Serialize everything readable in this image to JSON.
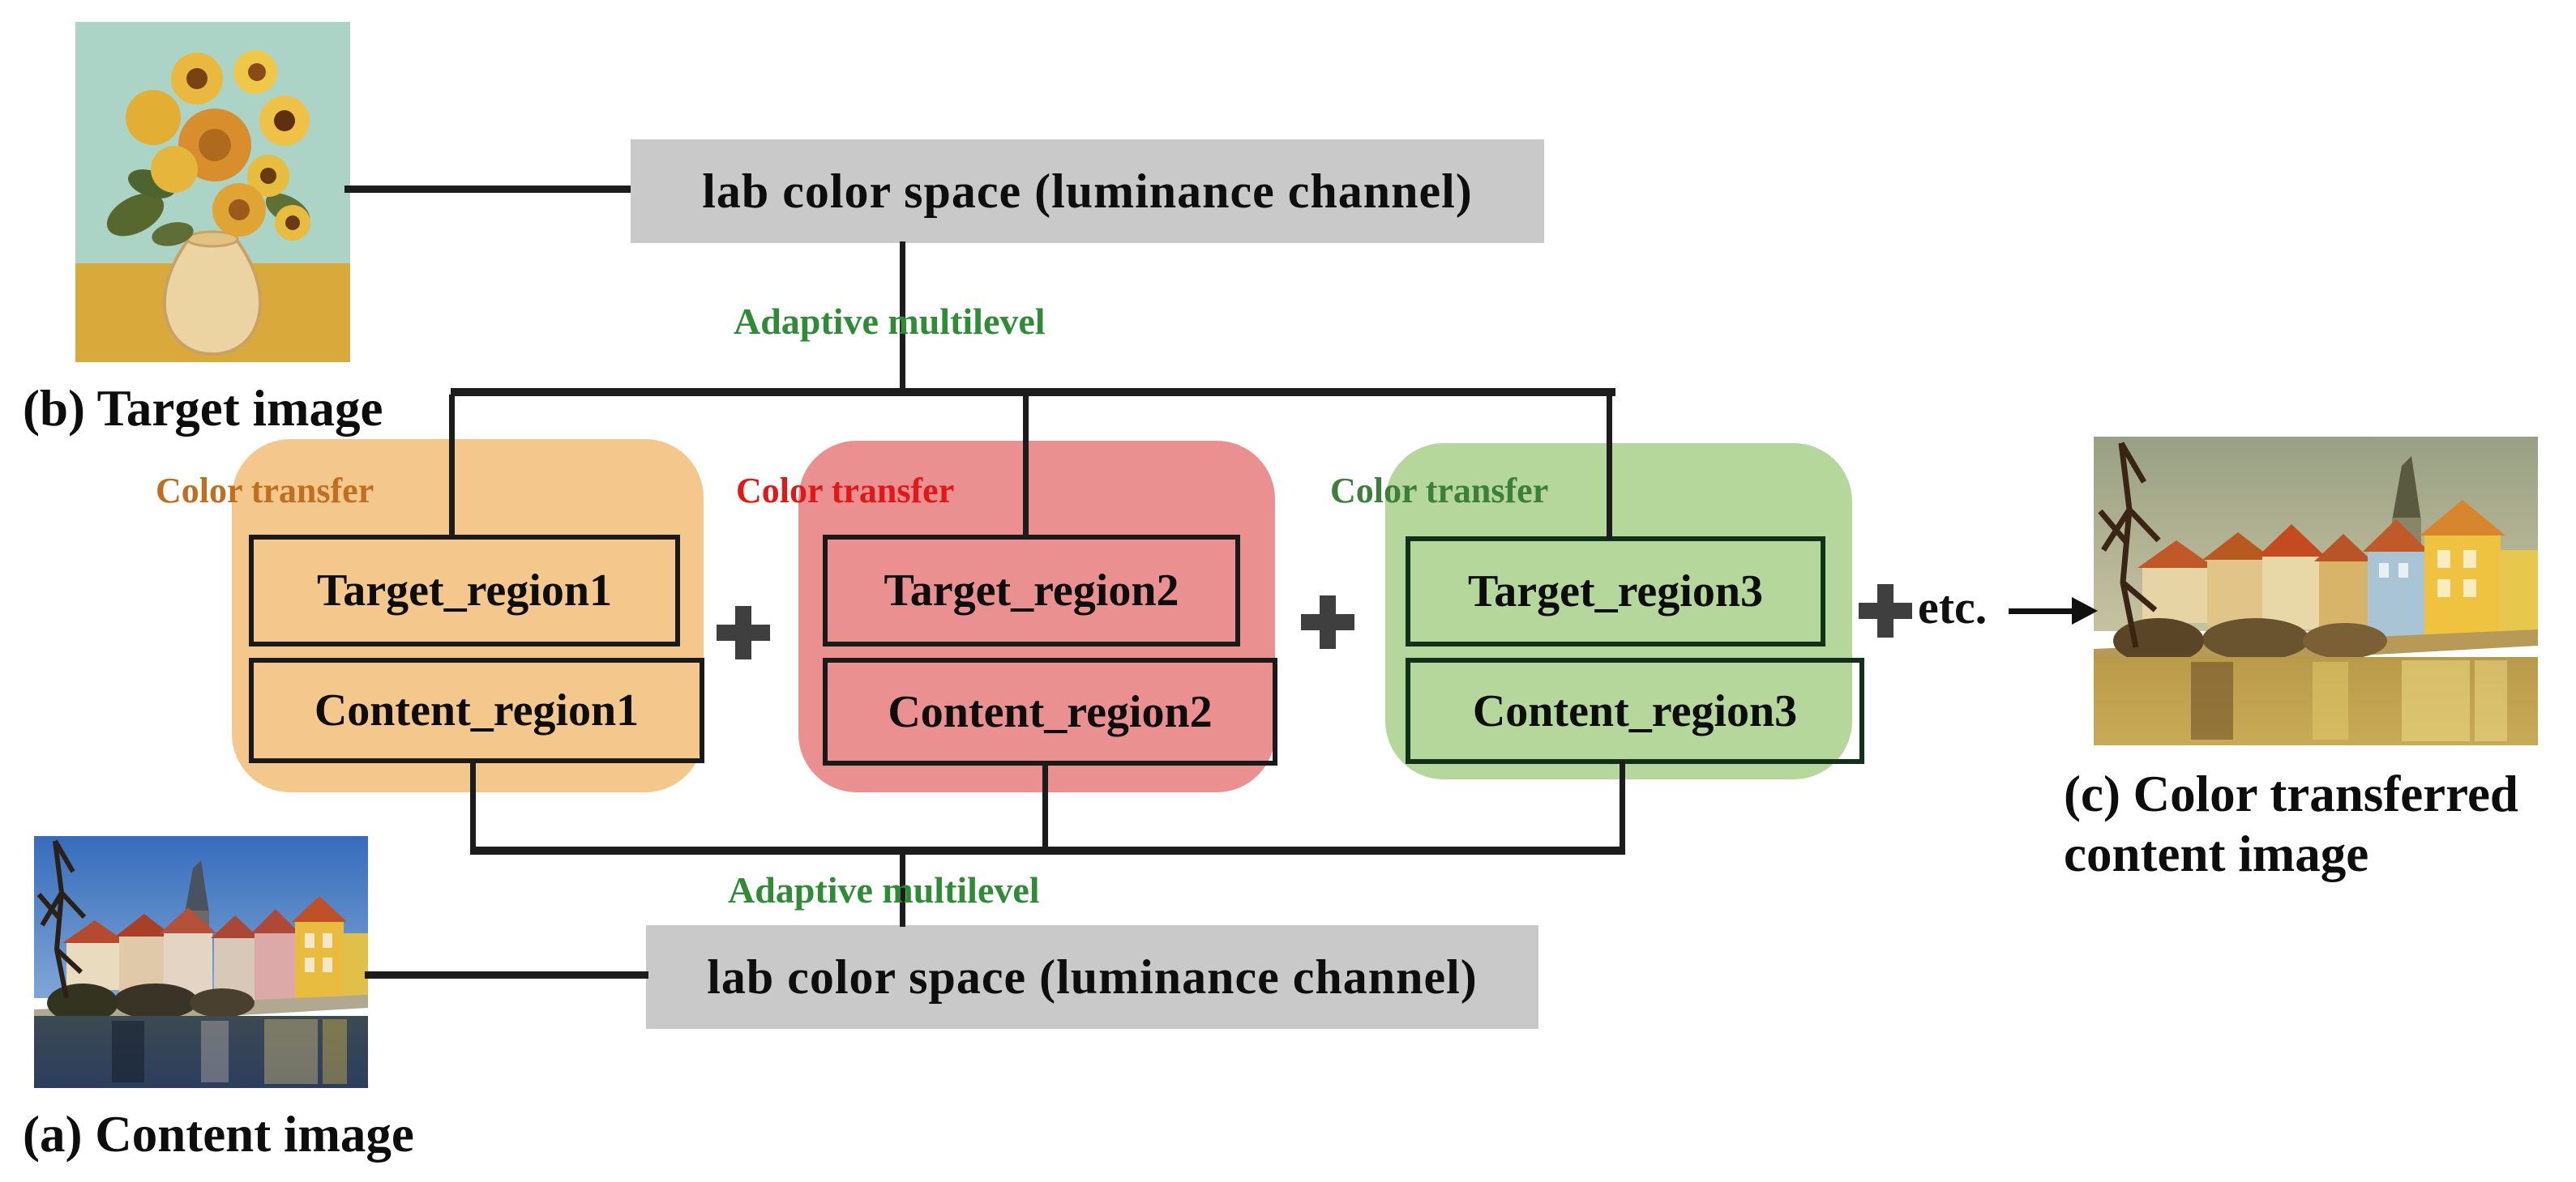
{
  "figure": {
    "captions": {
      "a": "(a) Content image",
      "b": "(b) Target image",
      "c_line1": "(c) Color transferred",
      "c_line2": "content image"
    },
    "lab_boxes": {
      "top": "lab color space (luminance channel)",
      "bottom": "lab color space (luminance channel)"
    },
    "adaptive": {
      "top": "Adaptive multilevel",
      "bottom": "Adaptive multilevel"
    },
    "operators": {
      "plus": "+",
      "etc": "etc."
    },
    "groups": [
      {
        "label": "Color transfer",
        "target": "Target_region1",
        "content": "Content_region1",
        "bg": "#F4C78D",
        "label_color": "#BF6F1F",
        "box_border": "#1A1A1A"
      },
      {
        "label": "Color transfer",
        "target": "Target_region2",
        "content": "Content_region2",
        "bg": "#EA9090",
        "label_color": "#E01818",
        "box_border": "#1A1A1A"
      },
      {
        "label": "Color transfer",
        "target": "Target_region3",
        "content": "Content_region3",
        "bg": "#B5D79B",
        "label_color": "#3C7E3C",
        "box_border": "#12301A"
      }
    ],
    "images": {
      "target": "sunflowers-painting",
      "content": "riverside-town-photo",
      "output": "color-transferred-riverside-town-photo"
    },
    "colors": {
      "gray_box": "#C9C9C9",
      "adaptive_green": "#2F8B36",
      "connector_line": "#1C1C1C",
      "plus_gray": "#3F3F3F",
      "text": "#0D0D0D"
    }
  }
}
